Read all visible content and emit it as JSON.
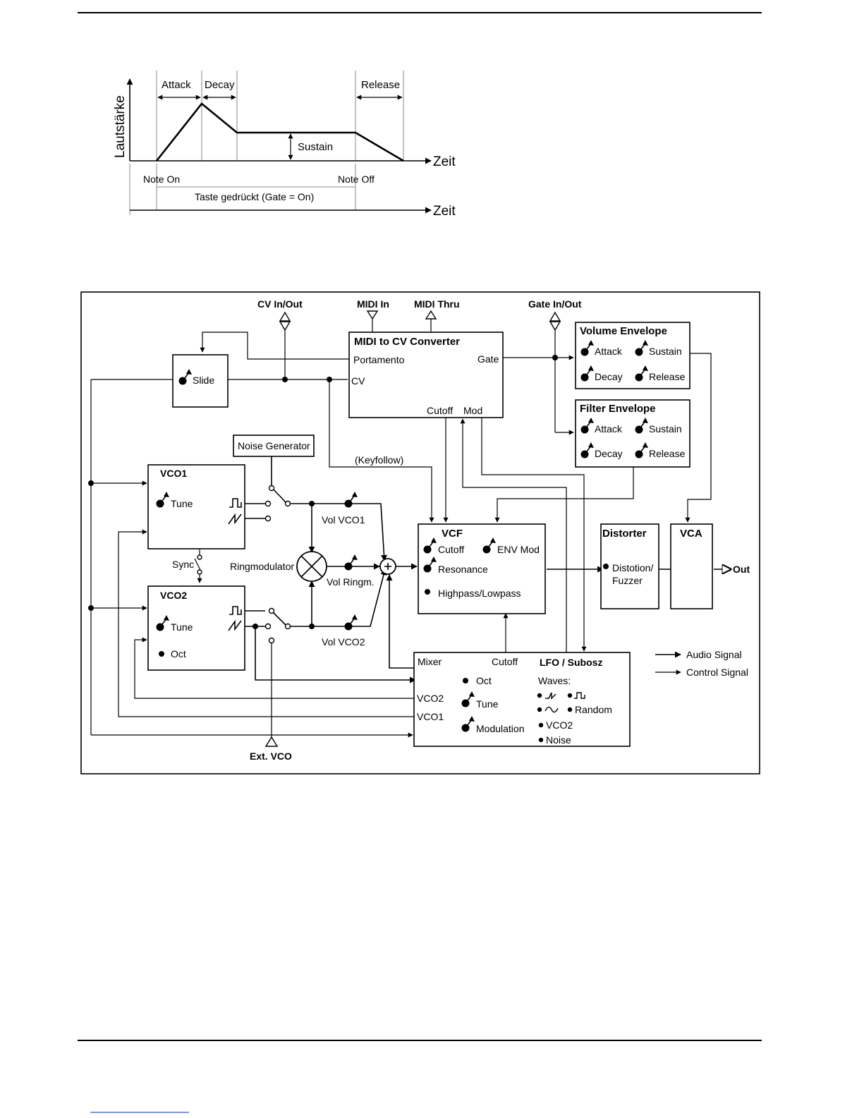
{
  "envelope": {
    "attack": "Attack",
    "decay": "Decay",
    "release": "Release",
    "sustain": "Sustain",
    "y_axis": "Lautstärke",
    "x_axis_1": "Zeit",
    "x_axis_2": "Zeit",
    "note_on": "Note On",
    "note_off": "Note Off",
    "gate": "Taste gedrückt (Gate = On)"
  },
  "block": {
    "cv_inout": "CV In/Out",
    "midi_in": "MIDI In",
    "midi_thru": "MIDI Thru",
    "gate_inout": "Gate In/Out",
    "converter": {
      "title": "MIDI to CV Converter",
      "portamento": "Portamento",
      "gate": "Gate",
      "cv": "CV",
      "cutoff": "Cutoff",
      "mod": "Mod"
    },
    "slide": "Slide",
    "vol_env": {
      "title": "Volume Envelope",
      "attack": "Attack",
      "sustain": "Sustain",
      "decay": "Decay",
      "release": "Release"
    },
    "filt_env": {
      "title": "Filter Envelope",
      "attack": "Attack",
      "sustain": "Sustain",
      "decay": "Decay",
      "release": "Release"
    },
    "noise_gen": "Noise Generator",
    "keyfollow": "(Keyfollow)",
    "vco1": {
      "title": "VCO1",
      "tune": "Tune"
    },
    "vco2": {
      "title": "VCO2",
      "tune": "Tune",
      "oct": "Oct"
    },
    "sync": "Sync",
    "ringmod": "Ringmodulator",
    "vol_vco1": "Vol VCO1",
    "vol_ringm": "Vol Ringm.",
    "vol_vco2": "Vol VCO2",
    "vcf": {
      "title": "VCF",
      "cutoff": "Cutoff",
      "env_mod": "ENV Mod",
      "resonance": "Resonance",
      "hp_lp": "Highpass/Lowpass"
    },
    "distorter": {
      "title": "Distorter",
      "line1": "Distotion/",
      "line2": "Fuzzer"
    },
    "vca": "VCA",
    "out": "Out",
    "lfo": {
      "mixer": "Mixer",
      "cutoff": "Cutoff",
      "title": "LFO / Subosz",
      "vco2": "VCO2",
      "vco1": "VCO1",
      "oct": "Oct",
      "tune": "Tune",
      "modulation": "Modulation",
      "waves": "Waves:",
      "random": "Random",
      "w_vco2": "VCO2",
      "noise": "Noise"
    },
    "ext_vco": "Ext. VCO",
    "legend_audio": "Audio Signal",
    "legend_control": "Control Signal"
  }
}
